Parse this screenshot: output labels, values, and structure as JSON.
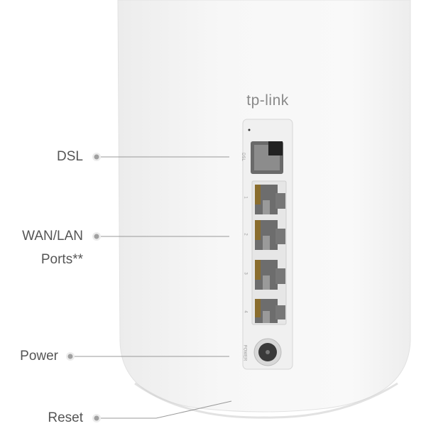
{
  "device": {
    "brand": "tp-link",
    "port_labels": {
      "dsl": "DSL",
      "lan": [
        "1",
        "2",
        "3",
        "4"
      ],
      "power": "POWER"
    }
  },
  "callouts": {
    "dsl": "DSL",
    "wan_lan_line1": "WAN/LAN",
    "wan_lan_line2": "Ports**",
    "power": "Power",
    "reset": "Reset"
  },
  "colors": {
    "body": "#f4f4f4",
    "text": "#555555",
    "line": "#9a9a9a",
    "dot": "#a0a0a0"
  }
}
